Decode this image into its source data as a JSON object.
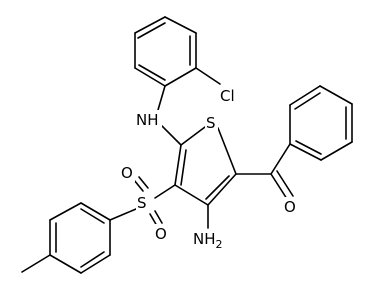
{
  "atoms": {
    "cl": "Cl",
    "nh": "NH",
    "s_ring": "S",
    "s_sulfonyl": "S",
    "o_sulfonyl_top": "O",
    "o_sulfonyl_bottom": "O",
    "o_carbonyl": "O",
    "nh2": "NH",
    "nh2_subscript": "2"
  }
}
